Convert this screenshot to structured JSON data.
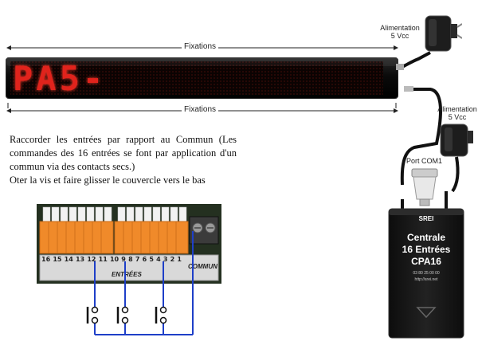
{
  "display": {
    "text": "PA5-",
    "top_dimension_label": "Fixations",
    "bottom_dimension_label": "Fixations"
  },
  "power_supply_1": {
    "label_line1": "Alimentation",
    "label_line2": "5 Vcc"
  },
  "power_supply_2": {
    "label_line1": "Alimentation",
    "label_line2": "5 Vcc"
  },
  "com_port": {
    "label": "Port COM1"
  },
  "instructions": {
    "paragraph": "Raccorder les entrées par rapport au Commun (Les commandes des 16 entrées se font par application d'un commun via des contacts secs.)",
    "line2": "Oter la vis et faire glisser le couvercle vers le bas"
  },
  "terminal_board": {
    "input_numbers": [
      "16",
      "15",
      "14",
      "13",
      "12",
      "11",
      "10",
      "9",
      "8",
      "7",
      "6",
      "5",
      "4",
      "3",
      "2",
      "1"
    ],
    "inputs_label": "ENTRÉES",
    "common_label": "COMMUN"
  },
  "controller": {
    "brand": "SREI",
    "title_line1": "Centrale",
    "title_line2": "16 Entrées",
    "model": "CPA16",
    "phone": "03 80 25 00 00",
    "url": "http://srei.net"
  },
  "colors": {
    "led": "#e0231c",
    "wire": "#1e3fc8",
    "terminal_orange": "#f08a2a",
    "device_body": "#151515"
  }
}
